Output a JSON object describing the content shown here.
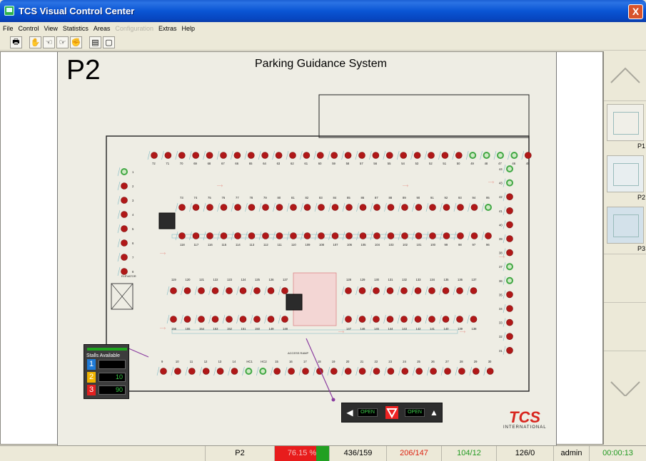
{
  "window": {
    "title": "TCS Visual Control Center",
    "close_glyph": "X"
  },
  "menu": [
    {
      "label": "File",
      "enabled": true
    },
    {
      "label": "Control",
      "enabled": true
    },
    {
      "label": "View",
      "enabled": true
    },
    {
      "label": "Statistics",
      "enabled": true
    },
    {
      "label": "Areas",
      "enabled": true
    },
    {
      "label": "Configuration",
      "enabled": false
    },
    {
      "label": "Extras",
      "enabled": true
    },
    {
      "label": "Help",
      "enabled": true
    }
  ],
  "toolbar": {
    "icons": [
      "print-icon",
      "hand-stop-icon",
      "hand-release-icon",
      "hand-point-icon",
      "hand-block-icon",
      "clipboard-icon",
      "preview-icon"
    ]
  },
  "map": {
    "floor_label": "P2",
    "system_title": "Parking Guidance System",
    "top_row": [
      72,
      71,
      70,
      69,
      68,
      67,
      66,
      65,
      64,
      63,
      62,
      61,
      60,
      59,
      58,
      57,
      56,
      55,
      54,
      53,
      52,
      51,
      50,
      49,
      48,
      47,
      46,
      45
    ],
    "top_row_free": [
      49,
      48,
      47,
      46
    ],
    "upper_mid_row_top": [
      73,
      74,
      75,
      76,
      77,
      78,
      79,
      80,
      81,
      82,
      83,
      84,
      85,
      86,
      87,
      88,
      89,
      90,
      91,
      92,
      93,
      94,
      95
    ],
    "upper_mid_row_top_free": [
      95
    ],
    "upper_mid_row_bottom": [
      118,
      117,
      116,
      115,
      114,
      113,
      112,
      111,
      110,
      109,
      108,
      107,
      106,
      105,
      104,
      103,
      102,
      101,
      100,
      99,
      98,
      97,
      96
    ],
    "lower_left_row_top": [
      119,
      120,
      121,
      122,
      123,
      124,
      125,
      126,
      127
    ],
    "lower_right_row_top": [
      128,
      129,
      130,
      131,
      132,
      133,
      134,
      135,
      136,
      137
    ],
    "lower_left_row_bottom": [
      156,
      155,
      154,
      153,
      152,
      151,
      150,
      149,
      148
    ],
    "lower_right_row_bottom": [
      147,
      146,
      145,
      144,
      143,
      142,
      141,
      140,
      139,
      138
    ],
    "bottom_row": [
      "9",
      "10",
      "11",
      "12",
      "13",
      "14",
      "HC1",
      "HC2",
      "15",
      "16",
      "17",
      "18",
      "19",
      "20",
      "21",
      "22",
      "23",
      "24",
      "25",
      "26",
      "27",
      "28",
      "29",
      "30"
    ],
    "bottom_row_free": [
      "HC1",
      "HC2"
    ],
    "left_column": [
      1,
      2,
      3,
      4,
      5,
      6,
      7,
      8
    ],
    "left_column_free": [
      1
    ],
    "right_column": [
      44,
      43,
      42,
      41,
      40,
      39,
      38,
      37,
      36,
      35,
      34,
      33,
      32,
      31
    ],
    "right_column_free": [
      44,
      43,
      37,
      36
    ],
    "labels": {
      "elevator": "ELEVATOR",
      "access_ramp": "ACCESS RAMP"
    },
    "stalls_display": {
      "title": "Stalls Available",
      "rows": [
        {
          "level": "1",
          "value": "",
          "color": "#1f7bd8"
        },
        {
          "level": "2",
          "value": "10",
          "color": "#f0b400"
        },
        {
          "level": "3",
          "value": "90",
          "color": "#e02020"
        }
      ]
    },
    "exit_sign": {
      "left": "OPEN",
      "right": "OPEN"
    },
    "logo": {
      "name": "TCS",
      "subtitle": "INTERNATIONAL"
    }
  },
  "thumbnails": [
    {
      "label": "P1",
      "selected": false
    },
    {
      "label": "P2",
      "selected": true
    },
    {
      "label": "P3",
      "selected": false
    }
  ],
  "status": {
    "blank": "",
    "level": "P2",
    "occupancy_pct": "76.15 %",
    "occupancy_fraction": 0.7615,
    "total": "436/159",
    "occupied": "206/147",
    "free": "104/12",
    "reserved": "126/0",
    "user": "admin",
    "time": "00:00:13"
  },
  "colors": {
    "occupied": "#b01818",
    "free": "#41a844",
    "accent": "#1c5fd4"
  }
}
